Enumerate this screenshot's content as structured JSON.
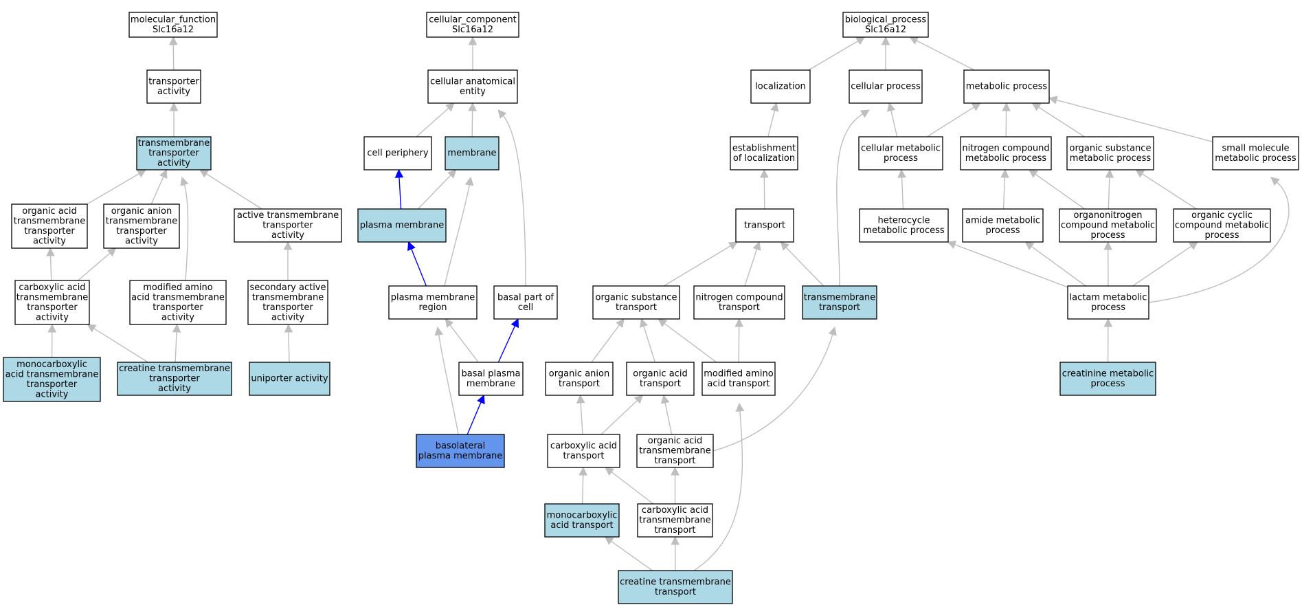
{
  "colors": {
    "plain": "#ffffff",
    "annotated": "#add8e6",
    "focus": "#6495ed",
    "edge_gray": "#bebebe",
    "edge_blue": "#0000ff"
  },
  "nodes": [
    {
      "id": "mf",
      "lines": [
        "molecular_function",
        "Slc16a12"
      ],
      "fill": "plain"
    },
    {
      "id": "ta",
      "lines": [
        "transporter",
        "activity"
      ],
      "fill": "plain"
    },
    {
      "id": "tta",
      "lines": [
        "transmembrane",
        "transporter",
        "activity"
      ],
      "fill": "annotated"
    },
    {
      "id": "oatta",
      "lines": [
        "organic acid",
        "transmembrane",
        "transporter",
        "activity"
      ],
      "fill": "plain"
    },
    {
      "id": "oanta",
      "lines": [
        "organic anion",
        "transmembrane",
        "transporter",
        "activity"
      ],
      "fill": "plain"
    },
    {
      "id": "atta",
      "lines": [
        "active transmembrane",
        "transporter",
        "activity"
      ],
      "fill": "plain"
    },
    {
      "id": "catta",
      "lines": [
        "carboxylic acid",
        "transmembrane",
        "transporter",
        "activity"
      ],
      "fill": "plain"
    },
    {
      "id": "mamta",
      "lines": [
        "modified amino",
        "acid transmembrane",
        "transporter",
        "activity"
      ],
      "fill": "plain"
    },
    {
      "id": "sata",
      "lines": [
        "secondary active",
        "transmembrane",
        "transporter",
        "activity"
      ],
      "fill": "plain"
    },
    {
      "id": "mcta",
      "lines": [
        "monocarboxylic",
        "acid transmembrane",
        "transporter",
        "activity"
      ],
      "fill": "annotated"
    },
    {
      "id": "crta",
      "lines": [
        "creatine transmembrane",
        "transporter",
        "activity"
      ],
      "fill": "annotated"
    },
    {
      "id": "uni",
      "lines": [
        "uniporter activity"
      ],
      "fill": "annotated"
    },
    {
      "id": "cc",
      "lines": [
        "cellular_component",
        "Slc16a12"
      ],
      "fill": "plain"
    },
    {
      "id": "cae",
      "lines": [
        "cellular anatomical",
        "entity"
      ],
      "fill": "plain"
    },
    {
      "id": "cp",
      "lines": [
        "cell periphery"
      ],
      "fill": "plain"
    },
    {
      "id": "mem",
      "lines": [
        "membrane"
      ],
      "fill": "annotated"
    },
    {
      "id": "pm",
      "lines": [
        "plasma membrane"
      ],
      "fill": "annotated"
    },
    {
      "id": "pmr",
      "lines": [
        "plasma membrane",
        "region"
      ],
      "fill": "plain"
    },
    {
      "id": "bpc",
      "lines": [
        "basal part of",
        "cell"
      ],
      "fill": "plain"
    },
    {
      "id": "bpm",
      "lines": [
        "basal plasma",
        "membrane"
      ],
      "fill": "plain"
    },
    {
      "id": "blpm",
      "lines": [
        "basolateral",
        "plasma membrane"
      ],
      "fill": "focus"
    },
    {
      "id": "bp",
      "lines": [
        "biological_process",
        "Slc16a12"
      ],
      "fill": "plain"
    },
    {
      "id": "loc",
      "lines": [
        "localization"
      ],
      "fill": "plain"
    },
    {
      "id": "cellp",
      "lines": [
        "cellular process"
      ],
      "fill": "plain"
    },
    {
      "id": "metp",
      "lines": [
        "metabolic process"
      ],
      "fill": "plain"
    },
    {
      "id": "eol",
      "lines": [
        "establishment",
        "of localization"
      ],
      "fill": "plain"
    },
    {
      "id": "cmp",
      "lines": [
        "cellular metabolic",
        "process"
      ],
      "fill": "plain"
    },
    {
      "id": "ncmp",
      "lines": [
        "nitrogen compound",
        "metabolic process"
      ],
      "fill": "plain"
    },
    {
      "id": "osmp",
      "lines": [
        "organic substance",
        "metabolic process"
      ],
      "fill": "plain"
    },
    {
      "id": "smmp",
      "lines": [
        "small molecule",
        "metabolic process"
      ],
      "fill": "plain"
    },
    {
      "id": "tr",
      "lines": [
        "transport"
      ],
      "fill": "plain"
    },
    {
      "id": "hmp",
      "lines": [
        "heterocycle",
        "metabolic process"
      ],
      "fill": "plain"
    },
    {
      "id": "amp",
      "lines": [
        "amide metabolic",
        "process"
      ],
      "fill": "plain"
    },
    {
      "id": "oncmp",
      "lines": [
        "organonitrogen",
        "compound metabolic",
        "process"
      ],
      "fill": "plain"
    },
    {
      "id": "occmp",
      "lines": [
        "organic cyclic",
        "compound metabolic",
        "process"
      ],
      "fill": "plain"
    },
    {
      "id": "ost",
      "lines": [
        "organic substance",
        "transport"
      ],
      "fill": "plain"
    },
    {
      "id": "nct",
      "lines": [
        "nitrogen compound",
        "transport"
      ],
      "fill": "plain"
    },
    {
      "id": "tmt",
      "lines": [
        "transmembrane",
        "transport"
      ],
      "fill": "annotated"
    },
    {
      "id": "lmp",
      "lines": [
        "lactam metabolic",
        "process"
      ],
      "fill": "plain"
    },
    {
      "id": "oant",
      "lines": [
        "organic anion",
        "transport"
      ],
      "fill": "plain"
    },
    {
      "id": "oat",
      "lines": [
        "organic acid",
        "transport"
      ],
      "fill": "plain"
    },
    {
      "id": "mamt",
      "lines": [
        "modified amino",
        "acid transport"
      ],
      "fill": "plain"
    },
    {
      "id": "crmp",
      "lines": [
        "creatinine metabolic",
        "process"
      ],
      "fill": "annotated"
    },
    {
      "id": "cat",
      "lines": [
        "carboxylic acid",
        "transport"
      ],
      "fill": "plain"
    },
    {
      "id": "oatt",
      "lines": [
        "organic acid",
        "transmembrane",
        "transport"
      ],
      "fill": "plain"
    },
    {
      "id": "mcat",
      "lines": [
        "monocarboxylic",
        "acid transport"
      ],
      "fill": "annotated"
    },
    {
      "id": "catt",
      "lines": [
        "carboxylic acid",
        "transmembrane",
        "transport"
      ],
      "fill": "plain"
    },
    {
      "id": "crtt",
      "lines": [
        "creatine transmembrane",
        "transport"
      ],
      "fill": "annotated"
    }
  ],
  "edges": [
    {
      "from": "ta",
      "to": "mf",
      "color": "gray"
    },
    {
      "from": "tta",
      "to": "ta",
      "color": "gray"
    },
    {
      "from": "oatta",
      "to": "tta",
      "color": "gray"
    },
    {
      "from": "oanta",
      "to": "tta",
      "color": "gray"
    },
    {
      "from": "mamta",
      "to": "tta",
      "color": "gray"
    },
    {
      "from": "atta",
      "to": "tta",
      "color": "gray"
    },
    {
      "from": "catta",
      "to": "oatta",
      "color": "gray"
    },
    {
      "from": "catta",
      "to": "oanta",
      "color": "gray"
    },
    {
      "from": "sata",
      "to": "atta",
      "color": "gray"
    },
    {
      "from": "mcta",
      "to": "catta",
      "color": "gray"
    },
    {
      "from": "crta",
      "to": "catta",
      "color": "gray"
    },
    {
      "from": "crta",
      "to": "mamta",
      "color": "gray"
    },
    {
      "from": "uni",
      "to": "sata",
      "color": "gray"
    },
    {
      "from": "cae",
      "to": "cc",
      "color": "gray"
    },
    {
      "from": "cp",
      "to": "cae",
      "color": "gray"
    },
    {
      "from": "mem",
      "to": "cae",
      "color": "gray"
    },
    {
      "from": "bpc",
      "to": "cae",
      "color": "gray"
    },
    {
      "from": "pm",
      "to": "cp",
      "color": "blue"
    },
    {
      "from": "pm",
      "to": "mem",
      "color": "gray"
    },
    {
      "from": "pmr",
      "to": "mem",
      "color": "gray"
    },
    {
      "from": "pmr",
      "to": "pm",
      "color": "blue"
    },
    {
      "from": "bpm",
      "to": "pmr",
      "color": "gray"
    },
    {
      "from": "bpm",
      "to": "bpc",
      "color": "blue"
    },
    {
      "from": "blpm",
      "to": "pmr",
      "color": "gray"
    },
    {
      "from": "blpm",
      "to": "bpm",
      "color": "blue"
    },
    {
      "from": "loc",
      "to": "bp",
      "color": "gray"
    },
    {
      "from": "cellp",
      "to": "bp",
      "color": "gray"
    },
    {
      "from": "metp",
      "to": "bp",
      "color": "gray"
    },
    {
      "from": "eol",
      "to": "loc",
      "color": "gray"
    },
    {
      "from": "cmp",
      "to": "cellp",
      "color": "gray"
    },
    {
      "from": "cmp",
      "to": "metp",
      "color": "gray"
    },
    {
      "from": "ncmp",
      "to": "metp",
      "color": "gray"
    },
    {
      "from": "osmp",
      "to": "metp",
      "color": "gray"
    },
    {
      "from": "smmp",
      "to": "metp",
      "color": "gray"
    },
    {
      "from": "tr",
      "to": "eol",
      "color": "gray"
    },
    {
      "from": "hmp",
      "to": "cmp",
      "color": "gray"
    },
    {
      "from": "amp",
      "to": "ncmp",
      "color": "gray"
    },
    {
      "from": "oncmp",
      "to": "ncmp",
      "color": "gray"
    },
    {
      "from": "oncmp",
      "to": "osmp",
      "color": "gray"
    },
    {
      "from": "occmp",
      "to": "osmp",
      "color": "gray"
    },
    {
      "from": "ost",
      "to": "tr",
      "color": "gray"
    },
    {
      "from": "nct",
      "to": "tr",
      "color": "gray"
    },
    {
      "from": "tmt",
      "to": "tr",
      "color": "gray"
    },
    {
      "from": "tmt",
      "to": "cellp",
      "color": "gray"
    },
    {
      "from": "lmp",
      "to": "hmp",
      "color": "gray"
    },
    {
      "from": "lmp",
      "to": "amp",
      "color": "gray"
    },
    {
      "from": "lmp",
      "to": "oncmp",
      "color": "gray"
    },
    {
      "from": "lmp",
      "to": "occmp",
      "color": "gray"
    },
    {
      "from": "lmp",
      "to": "smmp",
      "color": "gray"
    },
    {
      "from": "oant",
      "to": "ost",
      "color": "gray"
    },
    {
      "from": "oat",
      "to": "ost",
      "color": "gray"
    },
    {
      "from": "mamt",
      "to": "ost",
      "color": "gray"
    },
    {
      "from": "mamt",
      "to": "nct",
      "color": "gray"
    },
    {
      "from": "crmp",
      "to": "lmp",
      "color": "gray"
    },
    {
      "from": "cat",
      "to": "oant",
      "color": "gray"
    },
    {
      "from": "cat",
      "to": "oat",
      "color": "gray"
    },
    {
      "from": "oatt",
      "to": "oat",
      "color": "gray"
    },
    {
      "from": "oatt",
      "to": "tmt",
      "color": "gray"
    },
    {
      "from": "mcat",
      "to": "cat",
      "color": "gray"
    },
    {
      "from": "catt",
      "to": "cat",
      "color": "gray"
    },
    {
      "from": "catt",
      "to": "oatt",
      "color": "gray"
    },
    {
      "from": "crtt",
      "to": "mcat",
      "color": "gray"
    },
    {
      "from": "crtt",
      "to": "catt",
      "color": "gray"
    },
    {
      "from": "crtt",
      "to": "mamt",
      "color": "gray"
    }
  ]
}
